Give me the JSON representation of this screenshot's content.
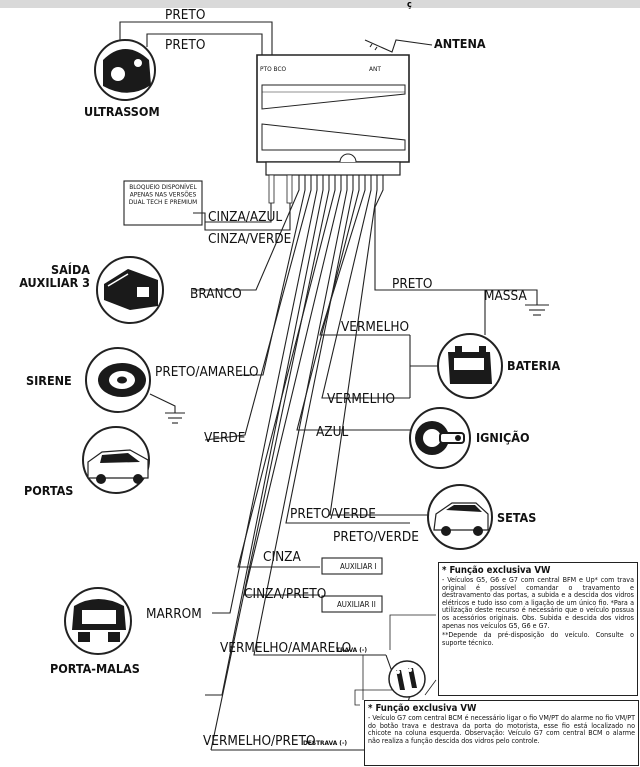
{
  "header": {
    "fragment": "ç"
  },
  "module": {
    "pto_bco": "PTO BCO",
    "ant": "ANT"
  },
  "antenna": {
    "label": "ANTENA"
  },
  "ultrassom": {
    "label": "ULTRASSOM",
    "wire1": "PRETO",
    "wire2": "PRETO"
  },
  "bloqueio": {
    "lines": [
      "BLOQUEIO DISPONÍVEL",
      "APENAS NAS VERSÕES",
      "DUAL TECH E PREMIUM"
    ],
    "wire1": "CINZA/AZUL",
    "wire2": "CINZA/VERDE"
  },
  "saida": {
    "label_line1": "SAÍDA",
    "label_line2": "AUXILIAR 3",
    "wire": "BRANCO"
  },
  "sirene": {
    "label": "SIRENE",
    "wire": "PRETO/AMARELO"
  },
  "portas": {
    "label": "PORTAS",
    "wire": "VERDE"
  },
  "porta_malas": {
    "label": "PORTA-MALAS",
    "wire": "MARROM"
  },
  "massa": {
    "wire": "PRETO",
    "label": "MASSA"
  },
  "bateria": {
    "label": "BATERIA",
    "wire1": "VERMELHO",
    "wire2": "VERMELHO"
  },
  "ignicao": {
    "label": "IGNIÇÃO",
    "wire": "AZUL"
  },
  "setas": {
    "label": "SETAS",
    "wire1": "PRETO/VERDE",
    "wire2": "PRETO/VERDE"
  },
  "aux1": {
    "wire": "CINZA",
    "box": "AUXILIAR I"
  },
  "aux2": {
    "wire": "CINZA/PRETO",
    "box": "AUXILIAR II"
  },
  "trava": {
    "wire": "VERMELHO/AMARELO",
    "tag": "TRAVA (-)"
  },
  "destrava": {
    "wire": "VERMELHO/PRETO",
    "tag": "DESTRAVA (-)"
  },
  "note1": {
    "title": "* Função exclusiva VW",
    "body": "- Veículos G5, G6 e G7 com central BFM e Up* com trava original é possível comandar o travamento e destravamento das portas, a subida e a descida dos vidros elétricos e tudo isso com a ligação de um único fio. *Para a utilização deste recurso é necessário que o veículo possua os acessórios originais. Obs. Subida e descida dos vidros apenas nos veículos G5, G6 e G7.",
    "footer": "**Depende da pré-disposição do veículo. Consulte o suporte técnico."
  },
  "note2": {
    "title": "* Função exclusiva VW",
    "body": "- Veículo G7 com central BCM é necessário ligar o fio VM/PT do alarme no fio VM/PT do botão trava e destrava da porta do motorista, esse fio está localizado no chicote na coluna esquerda. Observação: Veículo G7 com central BCM o alarme não realiza a função descida dos vidros pelo controle."
  },
  "colors": {
    "line": "#222222",
    "header_bar": "#d9d9d9",
    "icon_dark": "#1a1a1a"
  }
}
